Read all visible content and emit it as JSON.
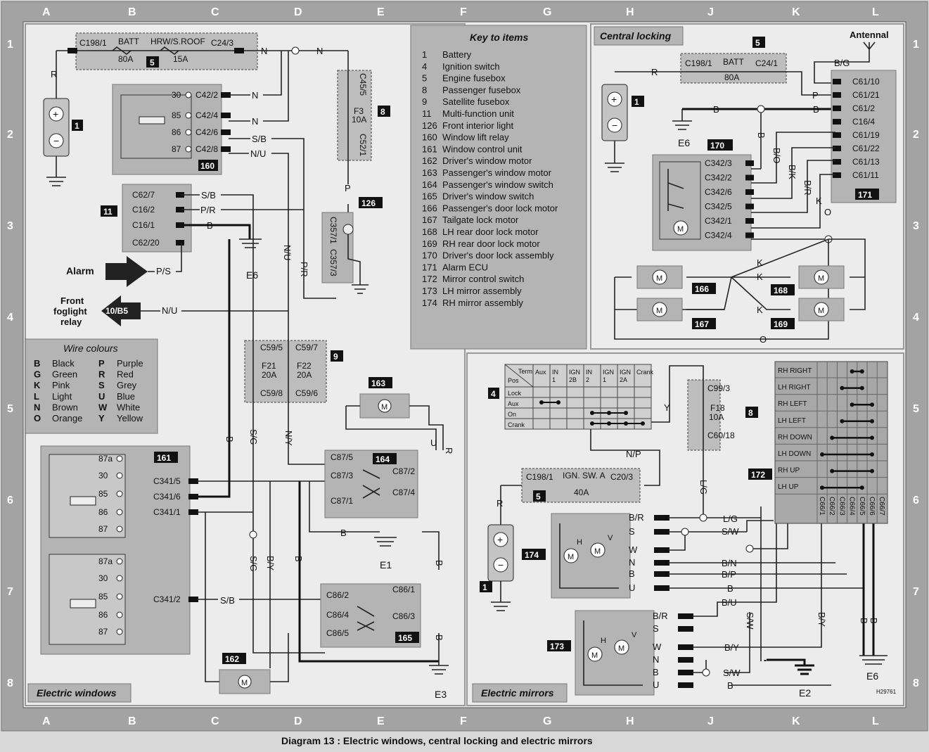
{
  "grid": {
    "columns": [
      "A",
      "B",
      "C",
      "D",
      "E",
      "F",
      "G",
      "H",
      "J",
      "K",
      "L"
    ],
    "rows": [
      "1",
      "2",
      "3",
      "4",
      "5",
      "6",
      "7",
      "8"
    ]
  },
  "caption": "Diagram 13 : Electric windows, central locking and electric mirrors",
  "stamp": "H29761",
  "sections": {
    "electric_windows": "Electric windows",
    "central_locking": "Central locking",
    "electric_mirrors": "Electric mirrors"
  },
  "key": {
    "title": "Key to items",
    "items": [
      {
        "num": "1",
        "label": "Battery"
      },
      {
        "num": "4",
        "label": "Ignition switch"
      },
      {
        "num": "5",
        "label": "Engine fusebox"
      },
      {
        "num": "8",
        "label": "Passenger fusebox"
      },
      {
        "num": "9",
        "label": "Satellite fusebox"
      },
      {
        "num": "11",
        "label": "Multi-function unit"
      },
      {
        "num": "126",
        "label": "Front interior light"
      },
      {
        "num": "160",
        "label": "Window lift relay"
      },
      {
        "num": "161",
        "label": "Window control unit"
      },
      {
        "num": "162",
        "label": "Driver's window motor"
      },
      {
        "num": "163",
        "label": "Passenger's window motor"
      },
      {
        "num": "164",
        "label": "Passenger's window switch"
      },
      {
        "num": "165",
        "label": "Driver's window switch"
      },
      {
        "num": "166",
        "label": "Passenger's door lock motor"
      },
      {
        "num": "167",
        "label": "Tailgate lock motor"
      },
      {
        "num": "168",
        "label": "LH rear door lock motor"
      },
      {
        "num": "169",
        "label": "RH rear door lock motor"
      },
      {
        "num": "170",
        "label": "Driver's door lock assembly"
      },
      {
        "num": "171",
        "label": "Alarm ECU"
      },
      {
        "num": "172",
        "label": "Mirror control switch"
      },
      {
        "num": "173",
        "label": "LH mirror assembly"
      },
      {
        "num": "174",
        "label": "RH mirror assembly"
      }
    ]
  },
  "wire_colours": {
    "title": "Wire colours",
    "left": [
      {
        "code": "B",
        "name": "Black"
      },
      {
        "code": "G",
        "name": "Green"
      },
      {
        "code": "K",
        "name": "Pink"
      },
      {
        "code": "L",
        "name": "Light"
      },
      {
        "code": "N",
        "name": "Brown"
      },
      {
        "code": "O",
        "name": "Orange"
      }
    ],
    "right": [
      {
        "code": "P",
        "name": "Purple"
      },
      {
        "code": "R",
        "name": "Red"
      },
      {
        "code": "S",
        "name": "Grey"
      },
      {
        "code": "U",
        "name": "Blue"
      },
      {
        "code": "W",
        "name": "White"
      },
      {
        "code": "Y",
        "name": "Yellow"
      }
    ]
  },
  "windows": {
    "fuse_top": {
      "c1": "C198/1",
      "batt": "BATT",
      "batt_a": "80A",
      "hrw": "HRW/S.ROOF",
      "hrw_a": "15A",
      "c2": "C24/3",
      "tag": "5"
    },
    "battery_tag": "1",
    "relay160": {
      "tag": "160",
      "pins": [
        "30",
        "85",
        "86",
        "87"
      ],
      "conns": [
        "C42/2",
        "C42/4",
        "C42/6",
        "C42/8"
      ],
      "wires": [
        "N",
        "N",
        "S/B",
        "N/U"
      ]
    },
    "unit11": {
      "tag": "11",
      "conns": [
        "C62/7",
        "C16/2",
        "C16/1",
        "C62/20"
      ],
      "wires": [
        "S/B",
        "P/R",
        "B",
        ""
      ]
    },
    "alarm": {
      "label": "Alarm",
      "wire": "P/S"
    },
    "foglight": {
      "label_lines": [
        "Front",
        "foglight",
        "relay"
      ],
      "ref": "10/B5",
      "wire": "N/U"
    },
    "fuse8": {
      "tag": "8",
      "c1": "C45/5",
      "f": "F3",
      "a": "10A",
      "c2": "C52/1",
      "wire": "P"
    },
    "light126": {
      "tag": "126",
      "c1": "C357/1",
      "c2": "C357/3"
    },
    "fuse9": {
      "tag": "9",
      "c1": "C59/5",
      "f1": "F21",
      "a1": "20A",
      "c2": "C59/8",
      "c3": "C59/7",
      "f2": "F22",
      "a2": "20A",
      "c4": "C59/6"
    },
    "earths": {
      "e6": "E6",
      "e1": "E1",
      "e3": "E3"
    },
    "wires_misc": {
      "n1": "N",
      "n2": "N",
      "pr": "P/R",
      "nu": "N/U",
      "sg1": "S/G",
      "ny": "N/Y",
      "b1": "B",
      "sg2": "S/G",
      "by": "B/Y",
      "sb": "S/B",
      "b2": "B",
      "b3": "B",
      "b4": "B",
      "r1": "R",
      "u1": "U",
      "r2": "R"
    },
    "unit161": {
      "tag": "161",
      "pins1": [
        "87a",
        "30",
        "85",
        "86",
        "87"
      ],
      "pins2": [
        "87a",
        "30",
        "85",
        "86",
        "87"
      ],
      "conns": [
        "C341/5",
        "C341/6",
        "C341/1",
        "C341/2"
      ]
    },
    "motor163": {
      "tag": "163",
      "m": "M"
    },
    "motor162": {
      "tag": "162",
      "m": "M"
    },
    "switch164": {
      "tag": "164",
      "conns": [
        "C87/5",
        "C87/3",
        "C87/1",
        "C87/2",
        "C87/4"
      ]
    },
    "switch165": {
      "tag": "165",
      "conns": [
        "C86/2",
        "C86/4",
        "C86/5",
        "C86/1",
        "C86/3"
      ]
    }
  },
  "locking": {
    "antenna": "Antennal",
    "fuse": {
      "c1": "C198/1",
      "batt": "BATT",
      "a": "80A",
      "c2": "C24/1",
      "tag": "5",
      "wire_r": "R"
    },
    "battery_tag": "1",
    "earth": "E6",
    "ecu171": {
      "tag": "171",
      "conns": [
        "C61/10",
        "C61/21",
        "C61/2",
        "C16/4",
        "C61/19",
        "C61/22",
        "C61/13",
        "C61/11"
      ]
    },
    "assy170": {
      "tag": "170",
      "conns": [
        "C342/3",
        "C342/2",
        "C342/6",
        "C342/5",
        "C342/1",
        "C342/4"
      ],
      "m": "M"
    },
    "wires": {
      "bg": "B/G",
      "p": "P",
      "b1": "B",
      "b2": "B",
      "b3": "B",
      "bo": "B/O",
      "bk": "B/K",
      "br": "B/R",
      "k1": "K",
      "o1": "O",
      "k2": "K",
      "k3": "K",
      "k4": "K",
      "o2": "O"
    },
    "motors": [
      {
        "tag": "166",
        "m": "M"
      },
      {
        "tag": "167",
        "m": "M"
      },
      {
        "tag": "168",
        "m": "M"
      },
      {
        "tag": "169",
        "m": "M"
      }
    ]
  },
  "mirrors": {
    "ign_table": {
      "tag": "4",
      "corner_term": "Term",
      "corner_pos": "Pos",
      "cols": [
        "Aux",
        "IN 1",
        "IGN 2B",
        "IN 2",
        "IGN 1",
        "IGN 2A",
        "Crank"
      ],
      "rows": [
        "Lock",
        "Aux",
        "On",
        "Crank"
      ]
    },
    "fuse8": {
      "tag": "8",
      "c1": "C99/3",
      "f": "F18",
      "a": "10A",
      "c2": "C60/18"
    },
    "fuse5": {
      "tag": "5",
      "c1": "C198/1",
      "ign": "IGN. SW. A",
      "a": "40A",
      "c2": "C20/3"
    },
    "battery_tag": "1",
    "wires": {
      "y": "Y",
      "np": "N/P",
      "lg1": "L/G",
      "r": "R",
      "br1": "B/R",
      "s1": "S",
      "w1": "W",
      "n1": "N",
      "b1": "B",
      "u1": "U",
      "lg2": "L/G",
      "sw1": "S/W",
      "bn": "B/N",
      "bp": "B/P",
      "b2": "B",
      "bu": "B/U",
      "sw2": "S/W",
      "by1": "B/Y",
      "b3": "B",
      "b4": "B",
      "br2": "B/R",
      "s2": "S",
      "w2": "W",
      "n2": "N",
      "b5": "B",
      "u2": "U",
      "by2": "B/Y",
      "sw3": "S/W",
      "b6": "B"
    },
    "switch172": {
      "tag": "172",
      "rows": [
        "RH RIGHT",
        "LH RIGHT",
        "RH LEFT",
        "LH LEFT",
        "RH DOWN",
        "LH DOWN",
        "RH UP",
        "LH UP"
      ],
      "cols": [
        "C66/1",
        "C66/2",
        "C66/3",
        "C66/4",
        "C66/5",
        "C66/6",
        "C66/7"
      ]
    },
    "mirror174": {
      "tag": "174",
      "h": "H",
      "v": "V",
      "m": "M"
    },
    "mirror173": {
      "tag": "173",
      "h": "H",
      "v": "V",
      "m": "M"
    },
    "earths": {
      "e2": "E2",
      "e6": "E6"
    }
  }
}
